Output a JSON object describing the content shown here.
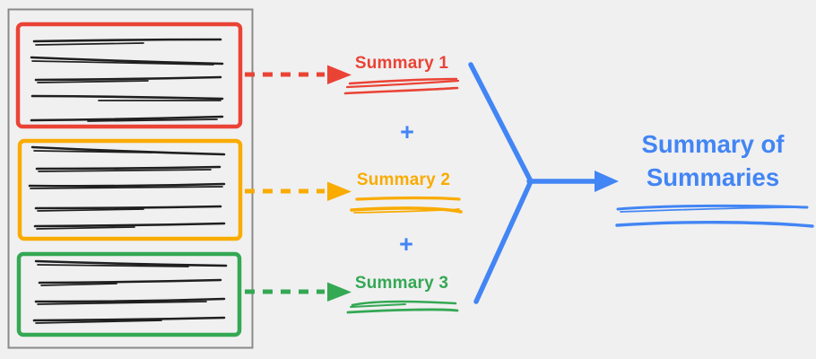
{
  "diagram": {
    "background": "#f0f0f1",
    "ink_color": "#1f1f1f",
    "document_border_color": "#8a8a8a",
    "plus": "+",
    "summaries": [
      {
        "label": "Summary 1",
        "color": "#ea4335"
      },
      {
        "label": "Summary 2",
        "color": "#f9ab00"
      },
      {
        "label": "Summary 3",
        "color": "#34a853"
      }
    ],
    "result": {
      "label": "Summary of Summaries",
      "color": "#4285f4"
    }
  }
}
